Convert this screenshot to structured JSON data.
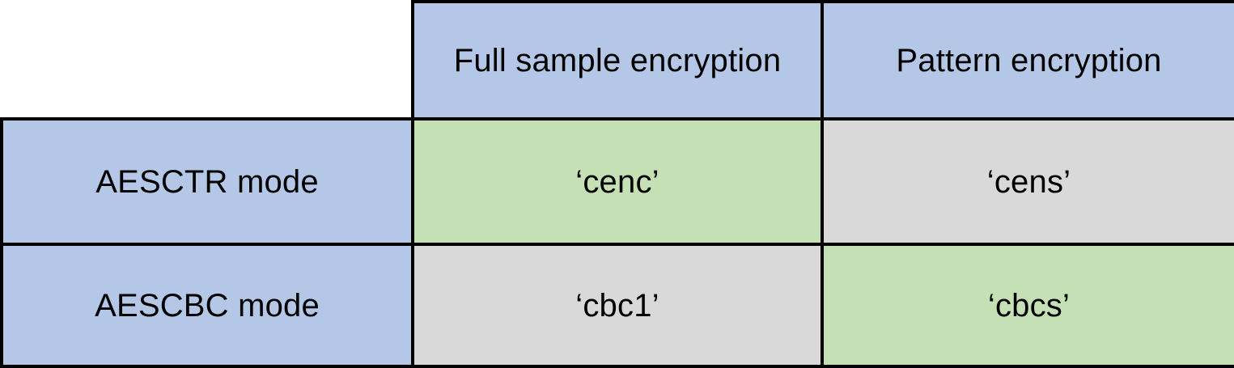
{
  "table": {
    "corner_label": "",
    "column_headers": [
      "Full sample encryption",
      "Pattern encryption"
    ],
    "row_headers": [
      "AESCTR mode",
      "AESCBC mode"
    ],
    "rows": [
      {
        "header": "AESCTR mode",
        "cells": [
          {
            "value": "‘cenc’",
            "fill": "green"
          },
          {
            "value": "‘cens’",
            "fill": "grey"
          }
        ]
      },
      {
        "header": "AESCBC mode",
        "cells": [
          {
            "value": "‘cbc1’",
            "fill": "grey"
          },
          {
            "value": "‘cbcs’",
            "fill": "green"
          }
        ]
      }
    ]
  },
  "colors": {
    "header_blue": "#B4C7E7",
    "highlight_green": "#C5E0B4",
    "neutral_grey": "#D9D9D9",
    "border_black": "#000000",
    "page_white": "#FFFFFF",
    "text_black": "#000000"
  }
}
